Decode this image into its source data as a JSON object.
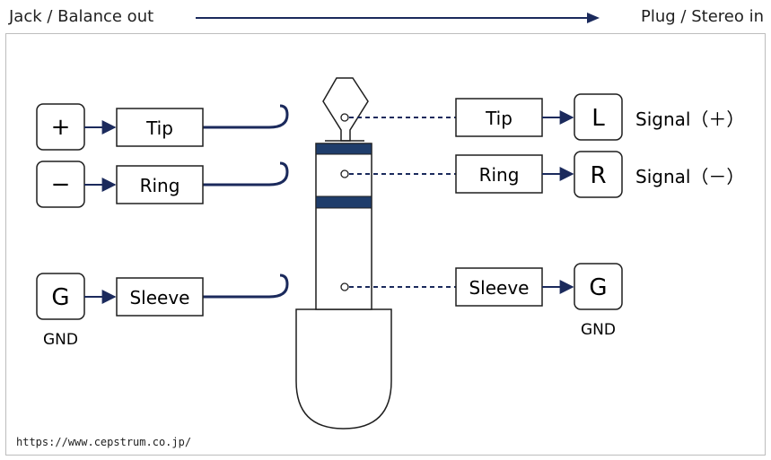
{
  "header": {
    "left": "Jack / Balance out",
    "right": "Plug / Stereo in"
  },
  "jack_side": {
    "terminals": [
      {
        "symbol": "+",
        "label": "Tip"
      },
      {
        "symbol": "−",
        "label": "Ring"
      },
      {
        "symbol": "G",
        "label": "Sleeve",
        "caption": "GND"
      }
    ]
  },
  "plug_side": {
    "terminals": [
      {
        "label": "Tip",
        "symbol": "L",
        "caption": "Signal（＋）"
      },
      {
        "label": "Ring",
        "symbol": "R",
        "caption": "Signal（－）"
      },
      {
        "label": "Sleeve",
        "symbol": "G",
        "caption": "GND"
      }
    ]
  },
  "footer": {
    "url": "https://www.cepstrum.co.jp/"
  },
  "colors": {
    "accent": "#1b2a5c",
    "band": "#1f3d6b",
    "text": "#1f1f1f"
  }
}
